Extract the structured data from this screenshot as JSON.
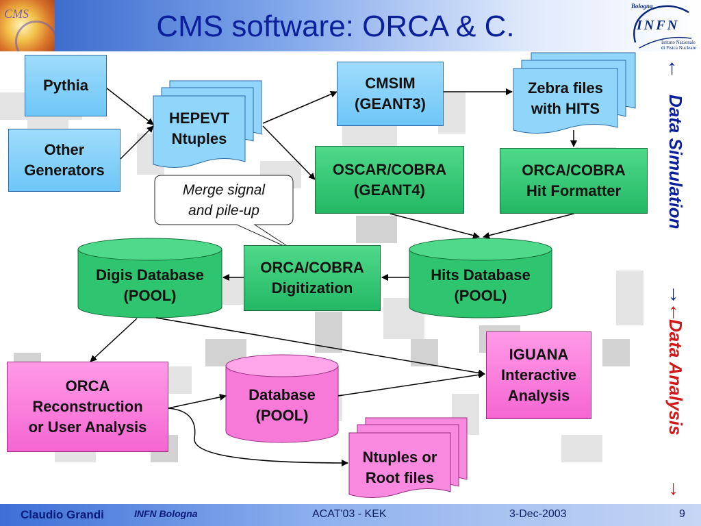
{
  "title": "CMS software: ORCA & C.",
  "logos": {
    "cms": "CMS",
    "infn_city": "Bologna",
    "infn": "INFN",
    "infn_line1": "Istituto Nazionale",
    "infn_line2": "di Fisica Nucleare"
  },
  "nodes": {
    "pythia": "Pythia",
    "other_generators": "Other\nGenerators",
    "hepevt": "HEPEVT\nNtuples",
    "cmsim": "CMSIM\n(GEANT3)",
    "zebra": "Zebra files\nwith HITS",
    "oscar": "OSCAR/COBRA\n(GEANT4)",
    "hit_formatter": "ORCA/COBRA\nHit Formatter",
    "digis_db": "Digis Database\n(POOL)",
    "digitization": "ORCA/COBRA\nDigitization",
    "hits_db": "Hits Database\n(POOL)",
    "iguana": "IGUANA\nInteractive\nAnalysis",
    "orca_reco": "ORCA\nReconstruction\nor User Analysis",
    "database": "Database\n(POOL)",
    "ntuples_root": "Ntuples or\nRoot files"
  },
  "callout": "Merge signal\nand pile-up",
  "side_labels": {
    "simulation": "Data Simulation",
    "analysis": "Data Analysis"
  },
  "footer": {
    "author": "Claudio Grandi",
    "institution": "INFN Bologna",
    "event": "ACAT'03 - KEK",
    "date": "3-Dec-2003",
    "page": "9"
  },
  "colors": {
    "title": "#0a1f9a",
    "blue_box": "#7fd0f8",
    "green_box": "#2fc46f",
    "pink_box": "#f77ad9",
    "simulation_label": "#0a1f9a",
    "analysis_label": "#d01818"
  }
}
